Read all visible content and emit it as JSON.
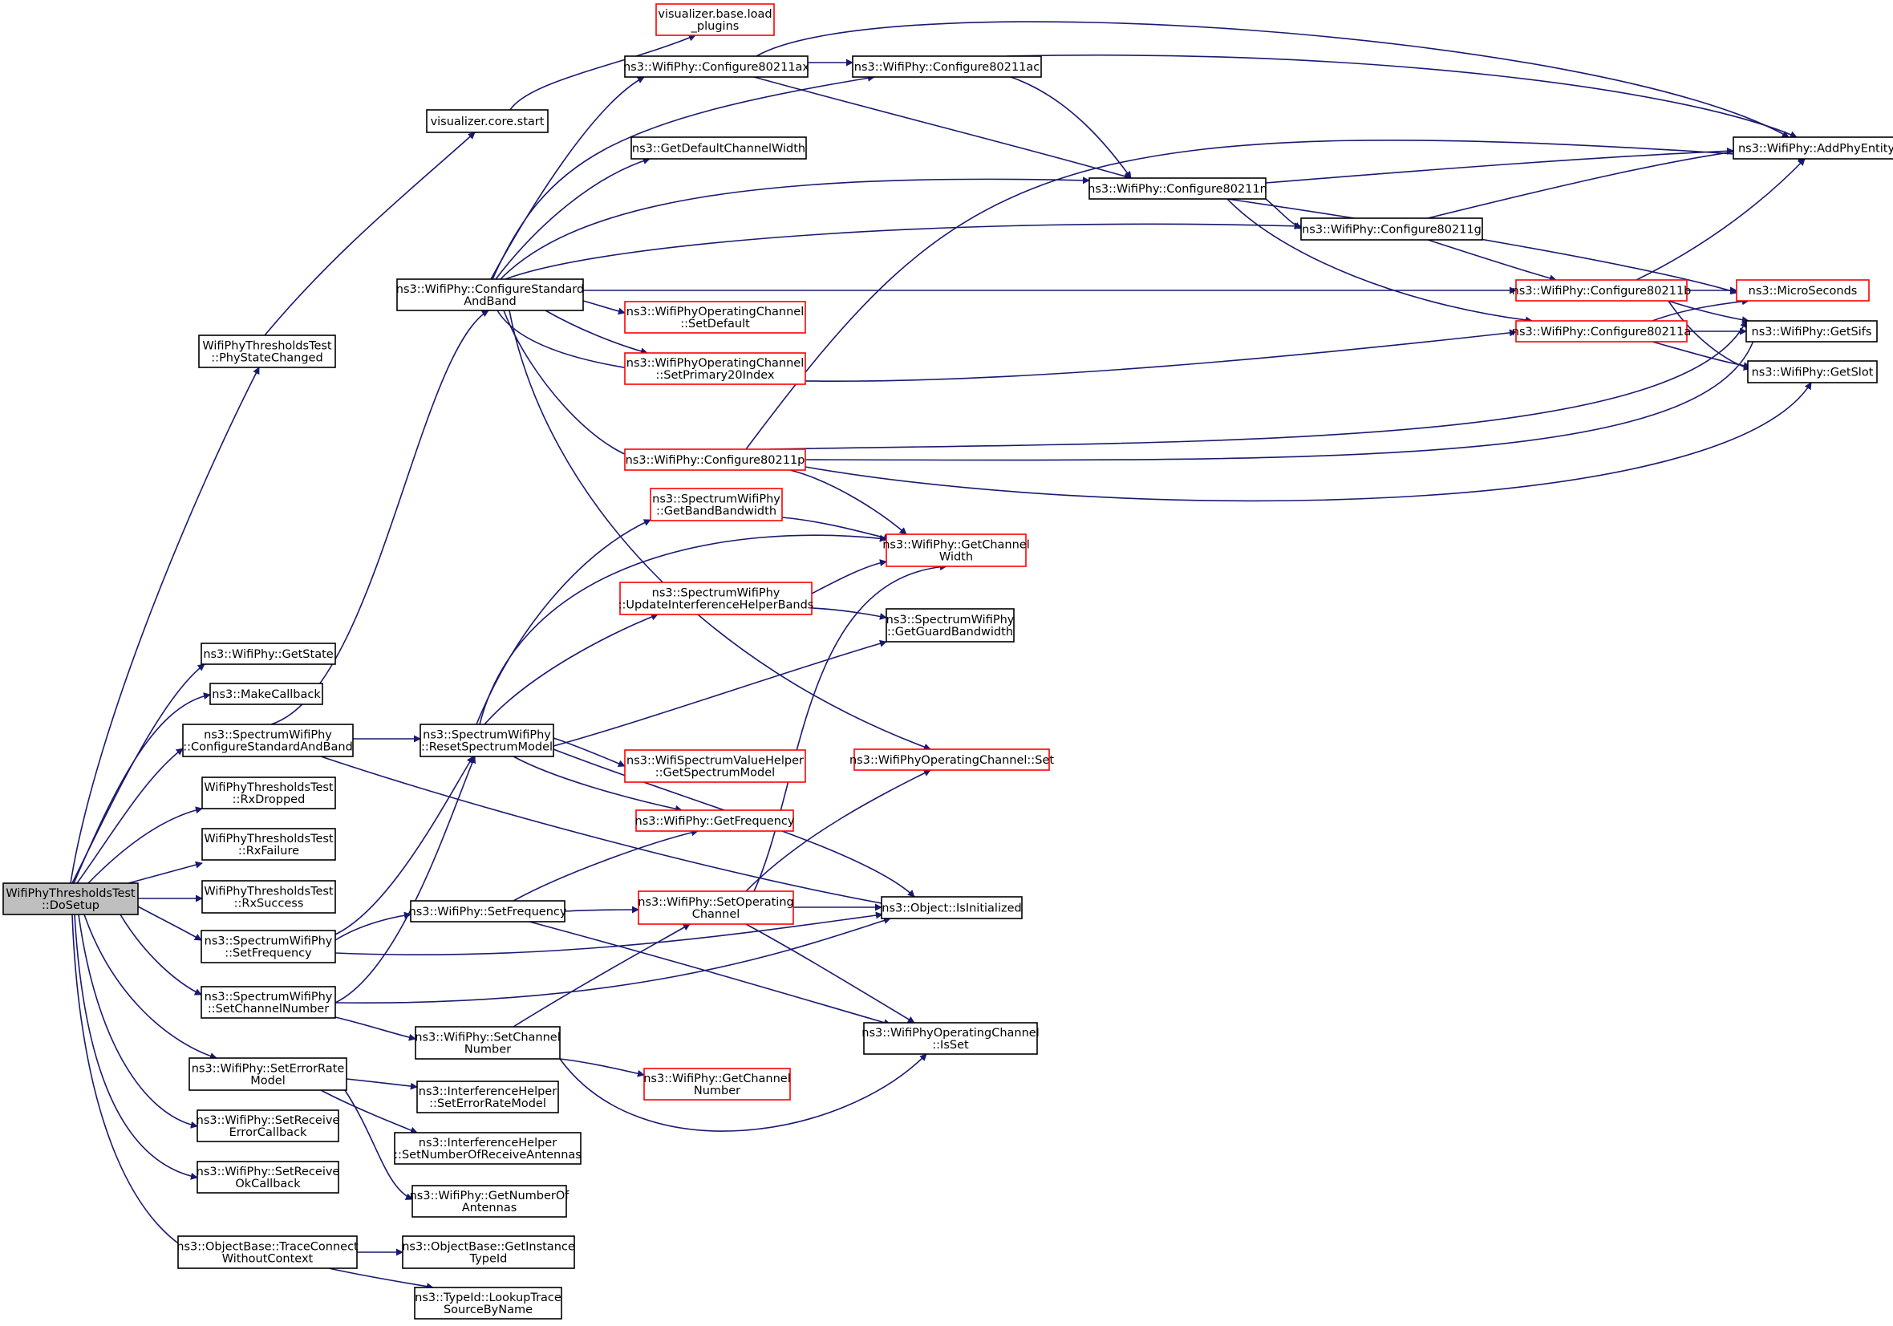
{
  "graph": {
    "edge_color": "#191970",
    "node_fill": "#ffffff",
    "root_fill": "#bfbfbf",
    "border_black": "#000000",
    "border_red": "#ff0000",
    "nodes": [
      {
        "id": "dosetup",
        "lines": [
          "WifiPhyThresholdsTest",
          "::DoSetup"
        ],
        "border": "black",
        "root": true
      },
      {
        "id": "phystatechanged",
        "lines": [
          "WifiPhyThresholdsTest",
          "::PhyStateChanged"
        ],
        "border": "black"
      },
      {
        "id": "vizstart",
        "lines": [
          "visualizer.core.start"
        ],
        "border": "black"
      },
      {
        "id": "loadplugins",
        "lines": [
          "visualizer.base.load",
          "_plugins"
        ],
        "border": "red"
      },
      {
        "id": "cfg_ax",
        "lines": [
          "ns3::WifiPhy::Configure80211ax"
        ],
        "border": "black"
      },
      {
        "id": "cfg_ac",
        "lines": [
          "ns3::WifiPhy::Configure80211ac"
        ],
        "border": "black"
      },
      {
        "id": "addphy",
        "lines": [
          "ns3::WifiPhy::AddPhyEntity"
        ],
        "border": "black"
      },
      {
        "id": "defcw",
        "lines": [
          "ns3::GetDefaultChannelWidth"
        ],
        "border": "black"
      },
      {
        "id": "cfg_n",
        "lines": [
          "ns3::WifiPhy::Configure80211n"
        ],
        "border": "black"
      },
      {
        "id": "cfg_g",
        "lines": [
          "ns3::WifiPhy::Configure80211g"
        ],
        "border": "black"
      },
      {
        "id": "cfgstd",
        "lines": [
          "ns3::WifiPhy::ConfigureStandard",
          "AndBand"
        ],
        "border": "black"
      },
      {
        "id": "cfg_b",
        "lines": [
          "ns3::WifiPhy::Configure80211b"
        ],
        "border": "red"
      },
      {
        "id": "micro",
        "lines": [
          "ns3::MicroSeconds"
        ],
        "border": "red"
      },
      {
        "id": "setdefault",
        "lines": [
          "ns3::WifiPhyOperatingChannel",
          "::SetDefault"
        ],
        "border": "red"
      },
      {
        "id": "cfg_a",
        "lines": [
          "ns3::WifiPhy::Configure80211a"
        ],
        "border": "red"
      },
      {
        "id": "getsifs",
        "lines": [
          "ns3::WifiPhy::GetSifs"
        ],
        "border": "black"
      },
      {
        "id": "setprim",
        "lines": [
          "ns3::WifiPhyOperatingChannel",
          "::SetPrimary20Index"
        ],
        "border": "red"
      },
      {
        "id": "getslot",
        "lines": [
          "ns3::WifiPhy::GetSlot"
        ],
        "border": "black"
      },
      {
        "id": "cfg_p",
        "lines": [
          "ns3::WifiPhy::Configure80211p"
        ],
        "border": "red"
      },
      {
        "id": "getbandbw",
        "lines": [
          "ns3::SpectrumWifiPhy",
          "::GetBandBandwidth"
        ],
        "border": "red"
      },
      {
        "id": "getchw",
        "lines": [
          "ns3::WifiPhy::GetChannel",
          "Width"
        ],
        "border": "red"
      },
      {
        "id": "updintf",
        "lines": [
          "ns3::SpectrumWifiPhy",
          "::UpdateInterferenceHelperBands"
        ],
        "border": "red"
      },
      {
        "id": "getguard",
        "lines": [
          "ns3::SpectrumWifiPhy",
          "::GetGuardBandwidth"
        ],
        "border": "black"
      },
      {
        "id": "getstate",
        "lines": [
          "ns3::WifiPhy::GetState"
        ],
        "border": "black"
      },
      {
        "id": "makecb",
        "lines": [
          "ns3::MakeCallback"
        ],
        "border": "black"
      },
      {
        "id": "swcfgstd",
        "lines": [
          "ns3::SpectrumWifiPhy",
          "::ConfigureStandardAndBand"
        ],
        "border": "black"
      },
      {
        "id": "resetsm",
        "lines": [
          "ns3::SpectrumWifiPhy",
          "::ResetSpectrumModel"
        ],
        "border": "black"
      },
      {
        "id": "getsm",
        "lines": [
          "ns3::WifiSpectrumValueHelper",
          "::GetSpectrumModel"
        ],
        "border": "red"
      },
      {
        "id": "opchset",
        "lines": [
          "ns3::WifiPhyOperatingChannel::Set"
        ],
        "border": "red"
      },
      {
        "id": "rxdropped",
        "lines": [
          "WifiPhyThresholdsTest",
          "::RxDropped"
        ],
        "border": "black"
      },
      {
        "id": "getfreq",
        "lines": [
          "ns3::WifiPhy::GetFrequency"
        ],
        "border": "red"
      },
      {
        "id": "rxfailure",
        "lines": [
          "WifiPhyThresholdsTest",
          "::RxFailure"
        ],
        "border": "black"
      },
      {
        "id": "rxsuccess",
        "lines": [
          "WifiPhyThresholdsTest",
          "::RxSuccess"
        ],
        "border": "black"
      },
      {
        "id": "setfreq",
        "lines": [
          "ns3::WifiPhy::SetFrequency"
        ],
        "border": "black"
      },
      {
        "id": "setopch",
        "lines": [
          "ns3::WifiPhy::SetOperating",
          "Channel"
        ],
        "border": "red"
      },
      {
        "id": "isinit",
        "lines": [
          "ns3::Object::IsInitialized"
        ],
        "border": "black"
      },
      {
        "id": "swsetfreq",
        "lines": [
          "ns3::SpectrumWifiPhy",
          "::SetFrequency"
        ],
        "border": "black"
      },
      {
        "id": "swsetchnum",
        "lines": [
          "ns3::SpectrumWifiPhy",
          "::SetChannelNumber"
        ],
        "border": "black"
      },
      {
        "id": "isset",
        "lines": [
          "ns3::WifiPhyOperatingChannel",
          "::IsSet"
        ],
        "border": "black"
      },
      {
        "id": "setchnum",
        "lines": [
          "ns3::WifiPhy::SetChannel",
          "Number"
        ],
        "border": "black"
      },
      {
        "id": "seterrmodel",
        "lines": [
          "ns3::WifiPhy::SetErrorRate",
          "Model"
        ],
        "border": "black"
      },
      {
        "id": "getchnum",
        "lines": [
          "ns3::WifiPhy::GetChannel",
          "Number"
        ],
        "border": "red"
      },
      {
        "id": "ihseterr",
        "lines": [
          "ns3::InterferenceHelper",
          "::SetErrorRateModel"
        ],
        "border": "black"
      },
      {
        "id": "setrxerr",
        "lines": [
          "ns3::WifiPhy::SetReceive",
          "ErrorCallback"
        ],
        "border": "black"
      },
      {
        "id": "ihsetant",
        "lines": [
          "ns3::InterferenceHelper",
          "::SetNumberOfReceiveAntennas"
        ],
        "border": "black"
      },
      {
        "id": "setrxok",
        "lines": [
          "ns3::WifiPhy::SetReceive",
          "OkCallback"
        ],
        "border": "black"
      },
      {
        "id": "getnumant",
        "lines": [
          "ns3::WifiPhy::GetNumberOf",
          "Antennas"
        ],
        "border": "black"
      },
      {
        "id": "traceconn",
        "lines": [
          "ns3::ObjectBase::TraceConnect",
          "WithoutContext"
        ],
        "border": "black"
      },
      {
        "id": "getinsttid",
        "lines": [
          "ns3::ObjectBase::GetInstance",
          "TypeId"
        ],
        "border": "black"
      },
      {
        "id": "lookuptrace",
        "lines": [
          "ns3::TypeId::LookupTrace",
          "SourceByName"
        ],
        "border": "black"
      }
    ]
  }
}
